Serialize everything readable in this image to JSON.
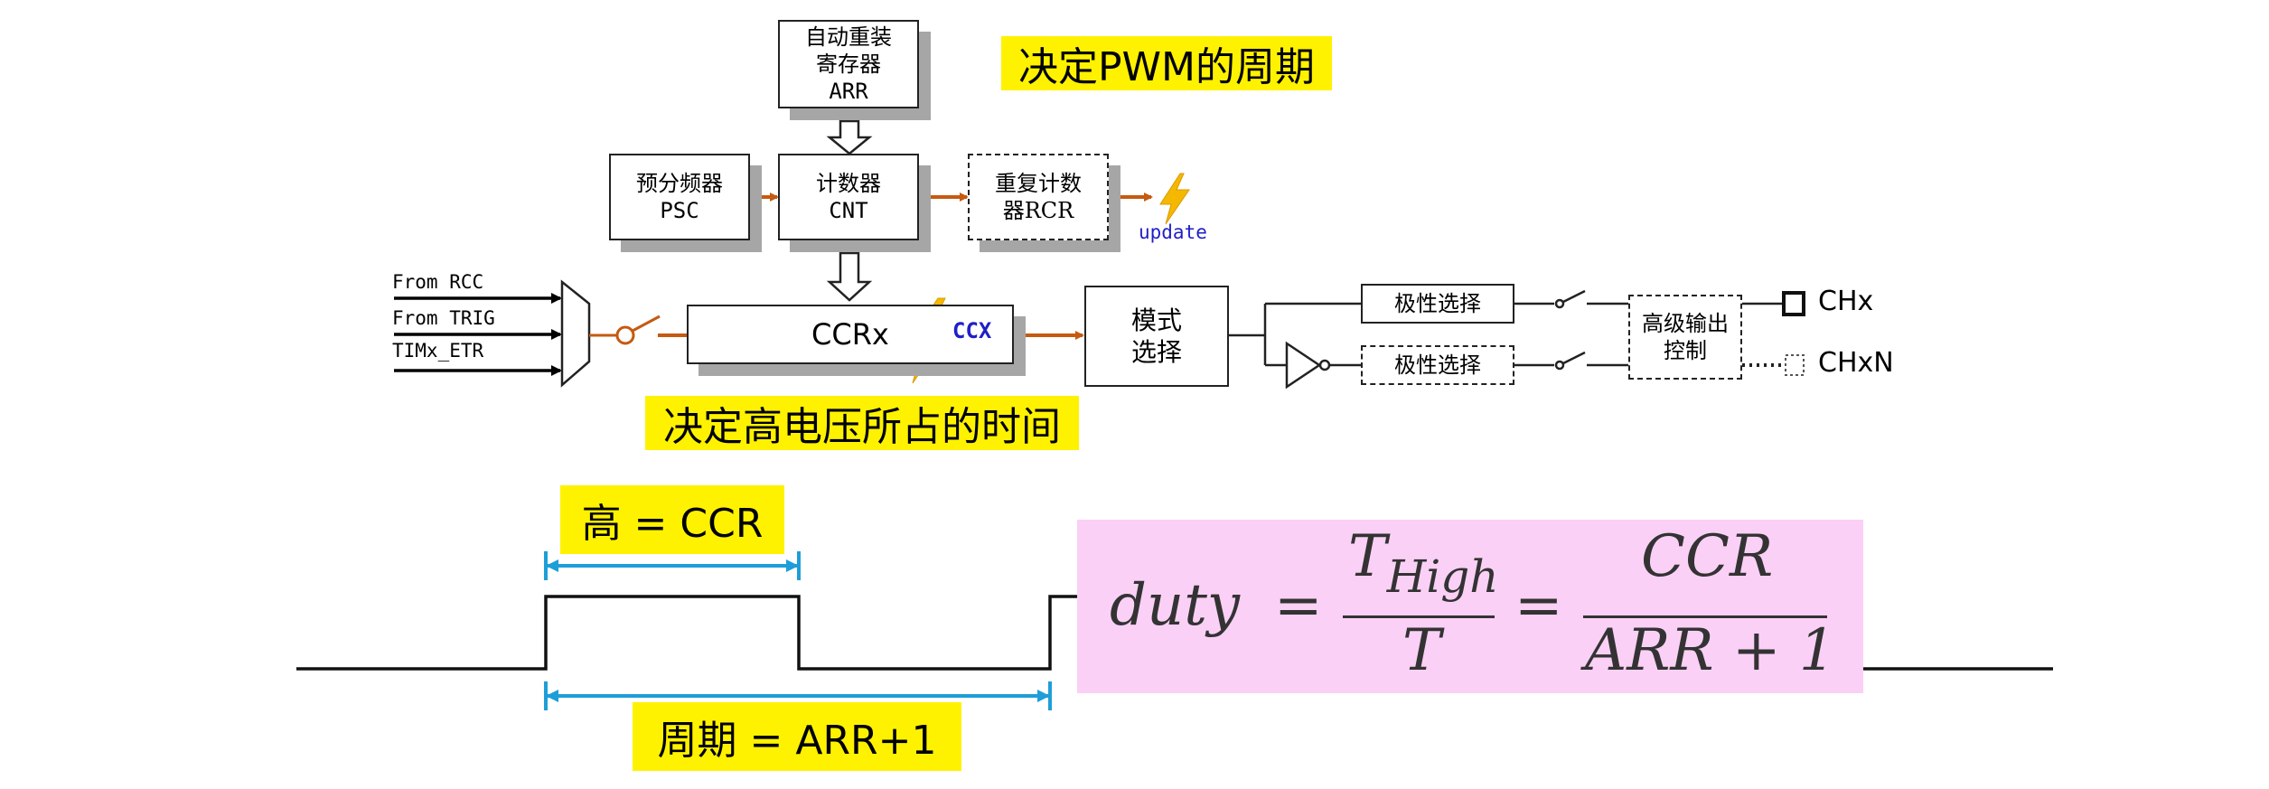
{
  "blocks": {
    "arr": {
      "line1": "自动重装",
      "line2": "寄存器",
      "line3": "ARR"
    },
    "psc": {
      "line1": "预分频器",
      "line2": "PSC"
    },
    "cnt": {
      "line1": "计数器",
      "line2": "CNT"
    },
    "rcr": {
      "line1": "重复计数",
      "line2": "器RCR"
    },
    "ccr": {
      "label": "CCRx"
    },
    "mode": {
      "line1": "模式",
      "line2": "选择"
    },
    "polarity_top": "极性选择",
    "polarity_bottom": "极性选择",
    "adv_output": {
      "line1": "高级输出",
      "line2": "控制"
    }
  },
  "signals": {
    "update": "update",
    "ccx": "CCX",
    "inputs": [
      "From RCC",
      "From TRIG",
      "TIMx_ETR"
    ],
    "chx": "CHx",
    "chxn": "CHxN"
  },
  "annotations": {
    "period_note": "决定PWM的周期",
    "high_time_note": "决定高电压所占的时间",
    "high_eq": "高 = CCR",
    "period_eq": "周期 = ARR+1"
  },
  "formula": {
    "lhs": "duty",
    "eq1": "=",
    "frac1_num": "T",
    "frac1_sub": "High",
    "frac1_den": "T",
    "eq2": "=",
    "frac2_num": "CCR",
    "frac2_den": "ARR + 1"
  },
  "colors": {
    "highlight": "#fff200",
    "formula_bg": "#fbd0f6",
    "arrow_orange": "#c55a11",
    "dimension_blue": "#1e9ed8",
    "signal_blue": "#1f1fc8",
    "lightning": "#f5b800"
  }
}
